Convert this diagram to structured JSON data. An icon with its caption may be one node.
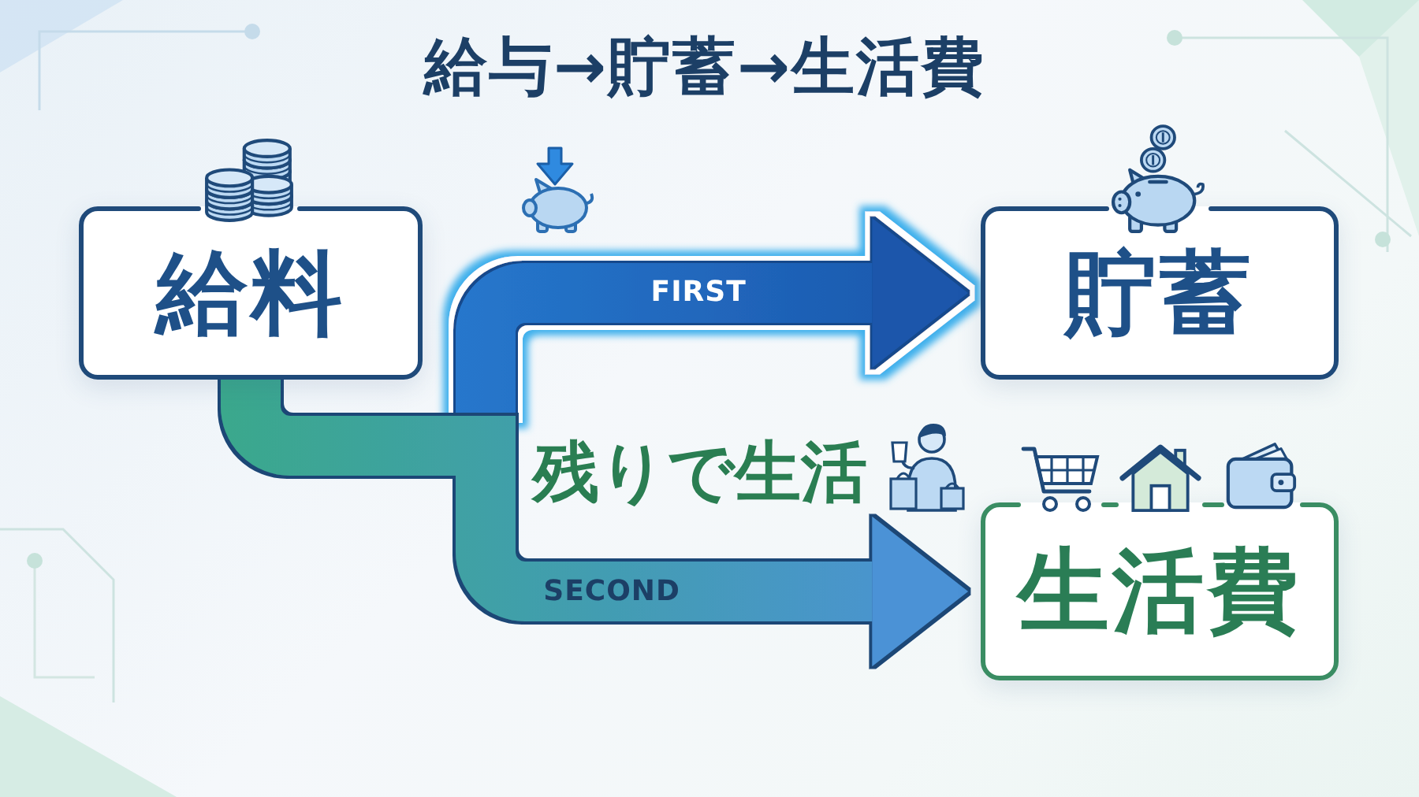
{
  "diagram": {
    "title": "給与→貯蓄→生活費",
    "nodes": [
      {
        "text": [
          "給料"
        ]
      },
      {
        "text": [
          "貯蓄"
        ]
      },
      {
        "text": [
          "生活費"
        ]
      }
    ],
    "edges": [
      {
        "from": 0,
        "to": 1,
        "arrow": "to",
        "label": "FIRST",
        "style": "thick",
        "color": "#2b86db"
      },
      {
        "from": 0,
        "to": 2,
        "arrow": "to",
        "label": "SECOND",
        "style": "thick",
        "color": "#3aa88c"
      }
    ],
    "labels": [
      "残りで生活"
    ]
  }
}
